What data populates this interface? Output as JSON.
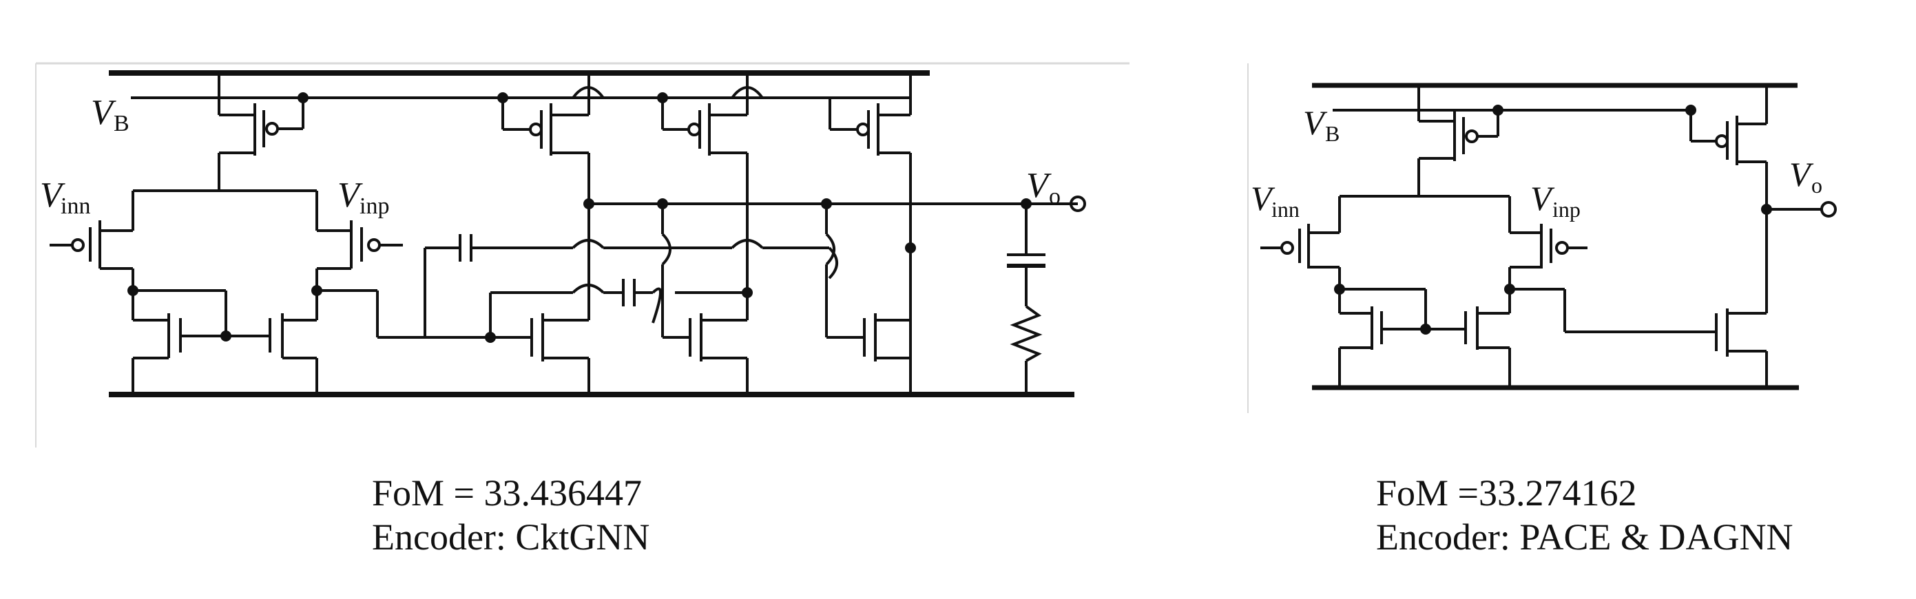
{
  "circuits": [
    {
      "id": "ckt-left",
      "fom": "FoM = 33.436447",
      "encoder": "Encoder: CktGNN",
      "labels": {
        "vb": "V",
        "vb_sub": "B",
        "vinn": "V",
        "vinn_sub": "inn",
        "vinp": "V",
        "vinp_sub": "inp",
        "vo": "V",
        "vo_sub": "o"
      }
    },
    {
      "id": "ckt-right",
      "fom": "FoM =33.274162",
      "encoder": "Encoder: PACE & DAGNN",
      "labels": {
        "vb": "V",
        "vb_sub": "B",
        "vinn": "V",
        "vinn_sub": "inn",
        "vinp": "V",
        "vinp_sub": "inp",
        "vo": "V",
        "vo_sub": "o"
      }
    }
  ],
  "colors": {
    "line": "#111111",
    "frame": "#d9d9d9",
    "background": "#ffffff"
  }
}
